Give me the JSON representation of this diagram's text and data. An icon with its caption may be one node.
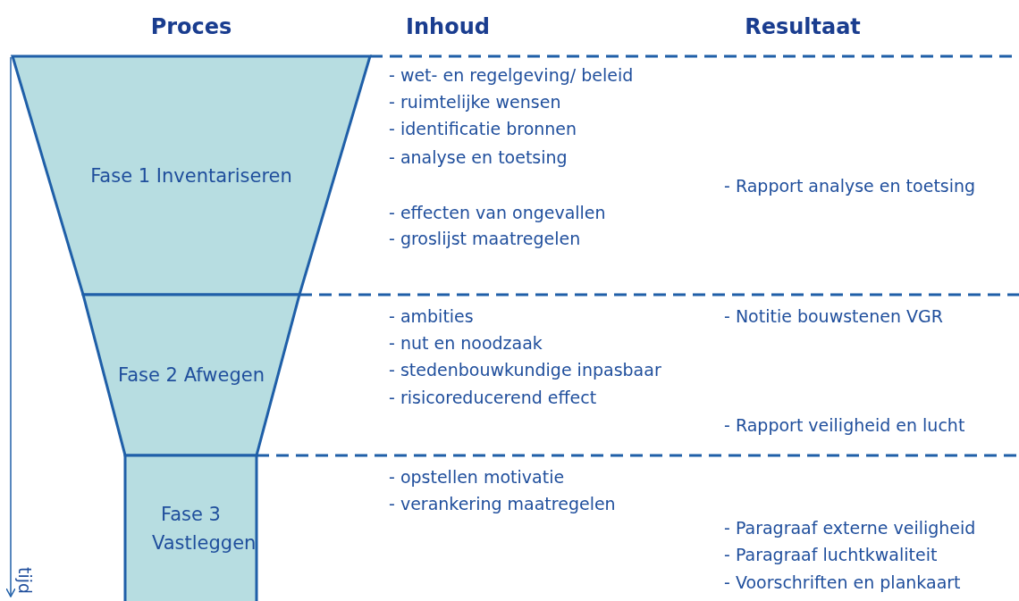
{
  "diagram": {
    "nodes": [
      {
        "text": [
          "Fase 1 Inventariseren"
        ]
      },
      {
        "text": [
          "Fase 2 Afwegen"
        ]
      },
      {
        "text": [
          "Fase 3 Vastleggen"
        ]
      }
    ],
    "labels": [
      "Proces",
      "Inhoud",
      "Resultaat",
      "- wet- en regelgeving/ beleid",
      "- ruimtelijke wensen",
      "- identificatie bronnen",
      "- analyse en toetsing",
      "- Rapport analyse en toetsing",
      "- effecten van ongevallen",
      "- groslijst maatregelen",
      "- ambities",
      "- Notitie bouwstenen VGR",
      "- nut en noodzaak",
      "- stedenbouwkundige inpasbaar",
      "- risicoreducerend effect",
      "- Rapport veiligheid en lucht",
      "- opstellen motivatie",
      "- verankering maatregelen",
      "- Paragraaf externe veiligheid",
      "- Paragraaf luchtkwaliteit",
      "- Voorschriften en plankaart",
      "tijd"
    ]
  }
}
